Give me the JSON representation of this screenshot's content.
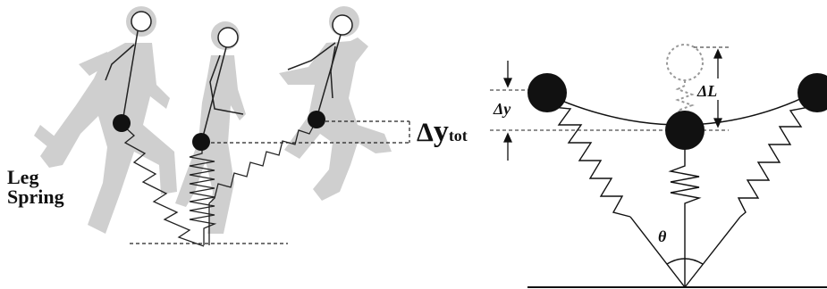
{
  "left_panel": {
    "label_line1": "Leg",
    "label_line2": "Spring",
    "delta_symbol": "Δ",
    "delta_var": "y",
    "delta_sub": "tot"
  },
  "right_panel": {
    "delta_y": "Δy",
    "delta_L": "ΔL",
    "theta": "θ"
  }
}
